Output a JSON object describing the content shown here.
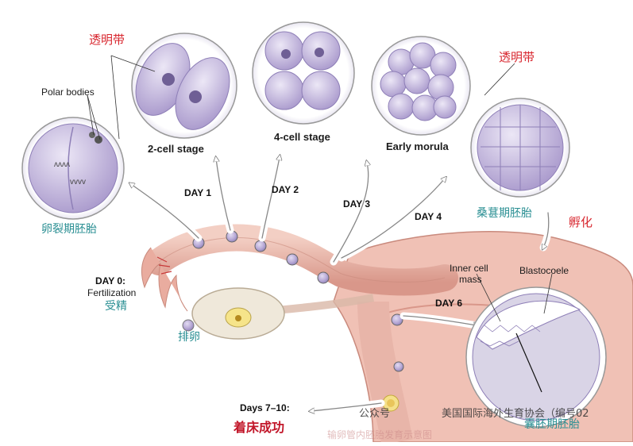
{
  "labels": {
    "zona_pellucida_1": "透明带",
    "zona_pellucida_2": "透明带",
    "polar_bodies": "Polar bodies",
    "two_cell": "2-cell stage",
    "four_cell": "4-cell stage",
    "early_morula": "Early morula",
    "cleavage_embryo": "卵裂期胚胎",
    "morula_embryo": "桑葚期胚胎",
    "hatching": "孵化",
    "inner_cell_mass_1": "Inner cell",
    "inner_cell_mass_2": "mass",
    "blastocoele": "Blastocoele",
    "blastocyst": "囊胚期胚胎",
    "fertilization_day": "DAY 0:",
    "fertilization": "Fertilization",
    "fertilization_cn": "受精",
    "ovulation": "排卵",
    "implantation_days": "Days 7–10:",
    "implantation_cn": "着床成功",
    "bottom_caption": "输卵管内胚胎发育示意图"
  },
  "days": {
    "day1": "DAY 1",
    "day2": "DAY 2",
    "day3": "DAY 3",
    "day4": "DAY 4",
    "day6": "DAY 6"
  },
  "watermark": {
    "prefix": "公众号",
    "text": "美国国际海外生育协会（编号02"
  },
  "colors": {
    "cell": "#b7a9d6",
    "cell_dark": "#8e7fb7",
    "zona": "#e9e6f3",
    "tube": "#e7b7ac",
    "arrow": "#ffffff",
    "red_label": "#d8272f",
    "teal_label": "#2a8f93"
  }
}
